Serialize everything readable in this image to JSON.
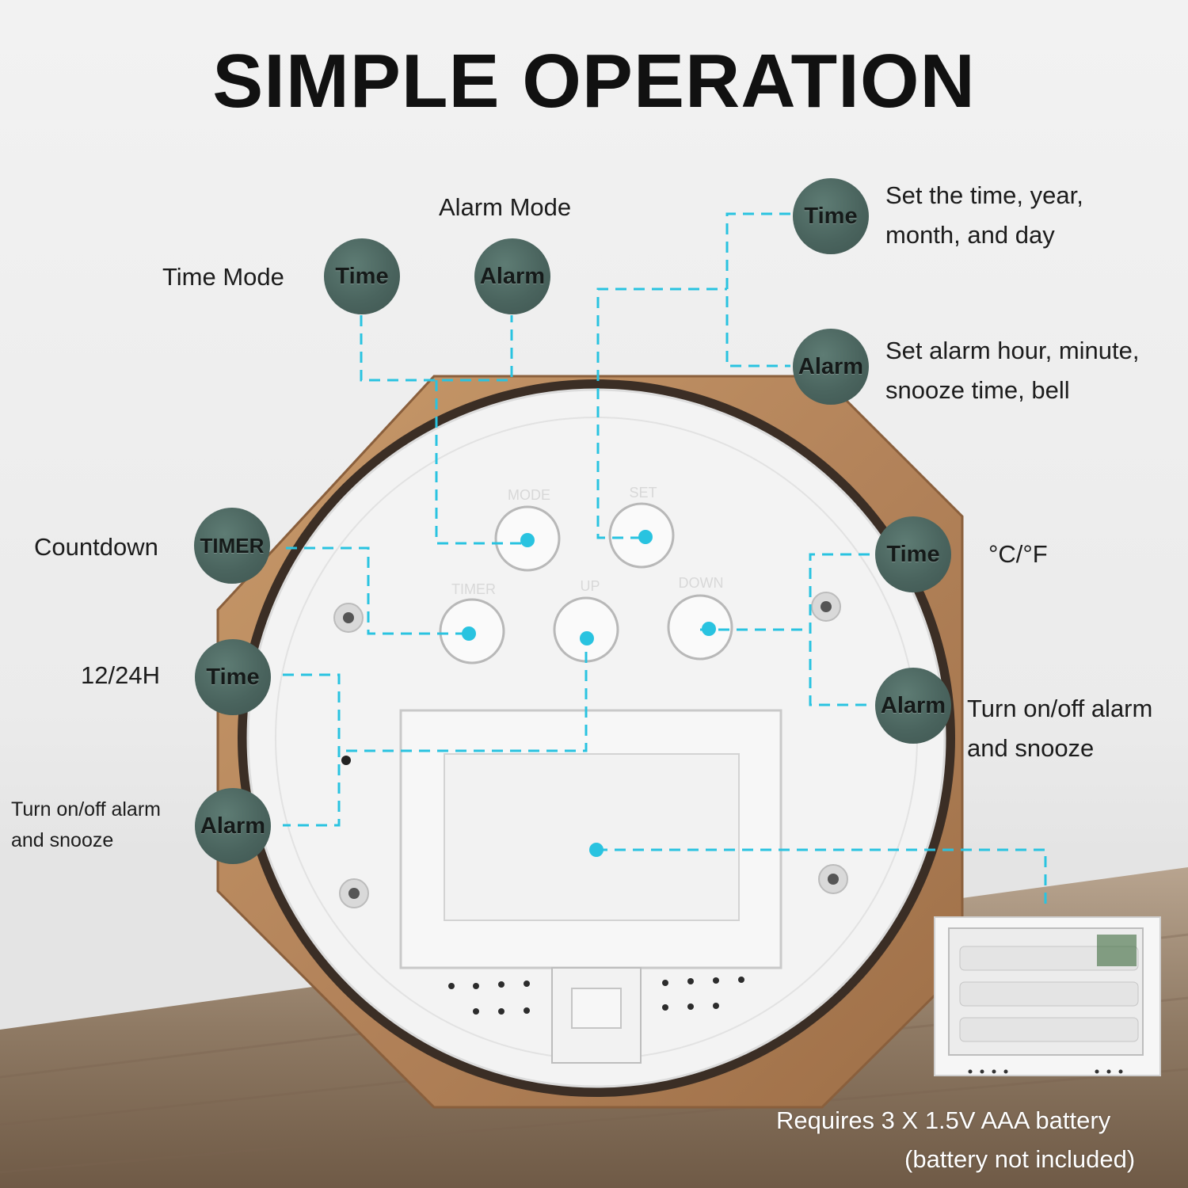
{
  "title": "SIMPLE OPERATION",
  "labels": {
    "alarm_mode": "Alarm Mode",
    "time_mode": "Time Mode",
    "set_time_line1": "Set the time, year,",
    "set_time_line2": "month, and day",
    "set_alarm_line1": "Set alarm hour, minute,",
    "set_alarm_line2": "snooze time, bell",
    "countdown": "Countdown",
    "temp_unit": "°C/°F",
    "twelve_24": "12/24H",
    "alarm_toggle_right_line1": "Turn on/off alarm",
    "alarm_toggle_right_line2": "and snooze",
    "alarm_toggle_left_line1": "Turn on/off alarm",
    "alarm_toggle_left_line2": "and snooze",
    "battery_line1": "Requires 3 X 1.5V AAA battery",
    "battery_line2": "(battery not included)"
  },
  "badges": {
    "time_mode": "Time",
    "alarm_mode": "Alarm",
    "set_time": "Time",
    "set_alarm": "Alarm",
    "countdown": "TIMER",
    "temp": "Time",
    "twelve_24": "Time",
    "alarm_right": "Alarm",
    "alarm_left": "Alarm"
  },
  "buttons": {
    "mode": "MODE",
    "set": "SET",
    "timer": "TIMER",
    "up": "UP",
    "down": "DOWN"
  },
  "colors": {
    "accent_line": "#29c3e0",
    "badge": "#4e6863",
    "wood": "#b8885a",
    "plate": "#f4f4f4"
  }
}
